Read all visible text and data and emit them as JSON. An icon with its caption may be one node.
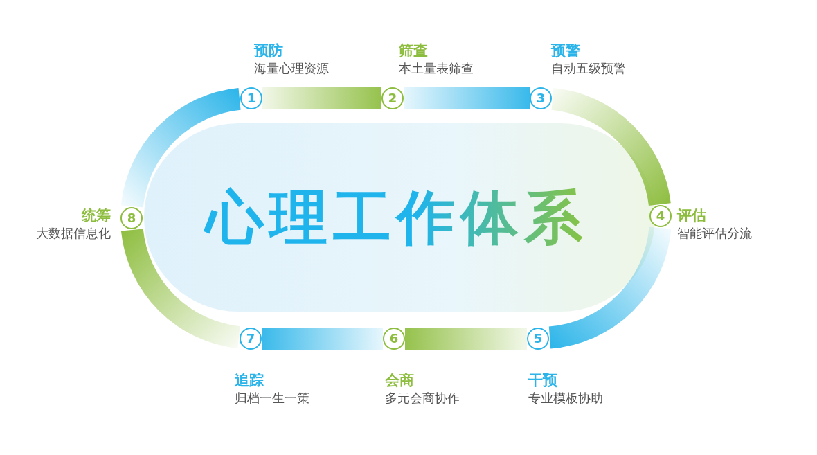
{
  "diagram": {
    "nodes": [
      {
        "text": [
          "心理工作体系"
        ]
      },
      {
        "text": [
          "1"
        ],
        "beside": [
          "预防",
          "海量心理资源"
        ]
      },
      {
        "text": [
          "2"
        ],
        "beside": [
          "筛查",
          "本土量表筛查"
        ]
      },
      {
        "text": [
          "3"
        ],
        "beside": [
          "预警",
          "自动五级预警"
        ]
      },
      {
        "text": [
          "4"
        ],
        "beside": [
          "评估",
          "智能评估分流"
        ]
      },
      {
        "text": [
          "5"
        ],
        "beside": [
          "干预",
          "专业模板协助"
        ]
      },
      {
        "text": [
          "6"
        ],
        "beside": [
          "会商",
          "多元会商协作"
        ]
      },
      {
        "text": [
          "7"
        ],
        "beside": [
          "追踪",
          "归档一生一策"
        ]
      },
      {
        "text": [
          "8"
        ],
        "beside": [
          "统筹",
          "大数据信息化"
        ]
      }
    ],
    "edges": [
      {
        "from": 1,
        "to": 2,
        "arrow": "none"
      },
      {
        "from": 2,
        "to": 3,
        "arrow": "none"
      },
      {
        "from": 3,
        "to": 4,
        "arrow": "none"
      },
      {
        "from": 4,
        "to": 5,
        "arrow": "none"
      },
      {
        "from": 5,
        "to": 6,
        "arrow": "none"
      },
      {
        "from": 6,
        "to": 7,
        "arrow": "none"
      },
      {
        "from": 7,
        "to": 8,
        "arrow": "none"
      },
      {
        "from": 8,
        "to": 1,
        "arrow": "none"
      }
    ]
  }
}
